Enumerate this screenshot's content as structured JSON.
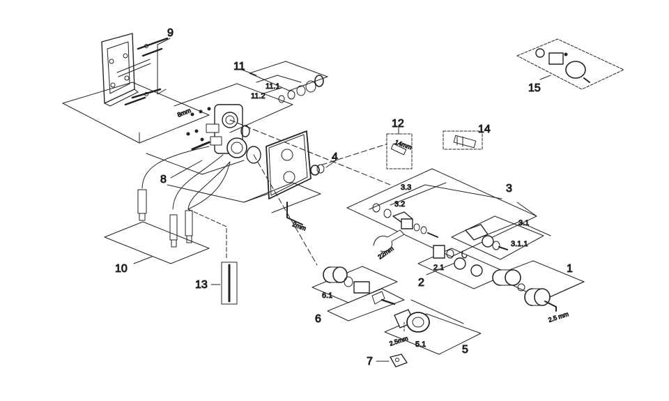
{
  "callouts": {
    "c1": "1",
    "c2": "2",
    "c3": "3",
    "c4": "4",
    "c5": "5",
    "c6": "6",
    "c7": "7",
    "c8": "8",
    "c9": "9",
    "c10": "10",
    "c11": "11",
    "c12": "12",
    "c13": "13",
    "c14": "14",
    "c15": "15"
  },
  "sublabels": {
    "s2_1": "2.1",
    "s3_1": "3.1",
    "s3_1_1": "3.1.1",
    "s3_2": "3.2",
    "s3_3": "3.3",
    "s5_1": "5.1",
    "s6_1": "6.1",
    "s11_1": "11.1",
    "s11_2": "11.2"
  },
  "tool_sizes": {
    "t8mm": "8mm",
    "t14mm": "14mm",
    "t22mm": "22mm",
    "t2mm": "2mm",
    "t2_5mm_a": "2.5 mm",
    "t2_5mm_b": "2.5mm"
  },
  "colors": {
    "line": "#222222",
    "fill": "#ffffff",
    "shade": "#9a9a9a"
  }
}
